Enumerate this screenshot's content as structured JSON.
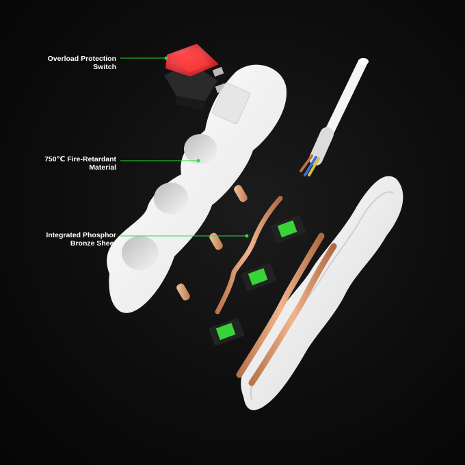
{
  "callouts": [
    {
      "line1": "Overload Protection",
      "line2": "Switch"
    },
    {
      "line1": "750℃ Fire-Retardant",
      "line2": "Material"
    },
    {
      "line1": "Integrated Phosphor",
      "line2": "Bronze Sheet"
    }
  ],
  "colors": {
    "background": "#0b0b0b",
    "callout_line": "#2bdc3c",
    "housing": "#f2f2f2",
    "switch_red": "#e0202a",
    "bronze": "#d9986a",
    "contact_green": "#39d438"
  }
}
